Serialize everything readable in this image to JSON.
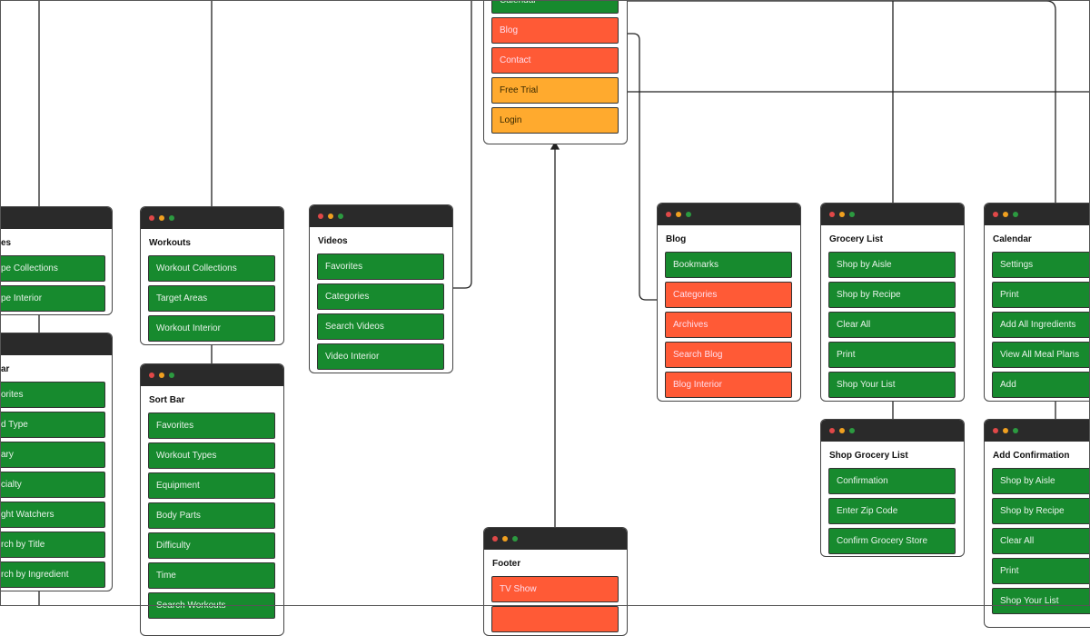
{
  "colors": {
    "primary": "#178a2e",
    "secondary": "#ff5a36",
    "cta": "#ffaa2e",
    "header": "#2a2a2a"
  },
  "cards": {
    "recipes": {
      "title": "es",
      "items": [
        "pe Collections",
        "pe Interior"
      ]
    },
    "recipe_sort": {
      "title": "ar",
      "items": [
        "orites",
        "d Type",
        "ary",
        "cialty",
        "ght Watchers",
        "rch by Title",
        "rch by Ingredient"
      ]
    },
    "workouts": {
      "title": "Workouts",
      "items": [
        "Workout Collections",
        "Target Areas",
        "Workout Interior"
      ]
    },
    "sort_bar": {
      "title": "Sort Bar",
      "items": [
        "Favorites",
        "Workout Types",
        "Equipment",
        "Body Parts",
        "Difficulty",
        "Time",
        "Search Workouts"
      ]
    },
    "videos": {
      "title": "Videos",
      "items": [
        "Favorites",
        "Categories",
        "Search Videos",
        "Video Interior"
      ]
    },
    "main_nav": {
      "items": [
        "Calendar",
        "Blog",
        "Contact",
        "Free Trial",
        "Login"
      ]
    },
    "footer": {
      "title": "Footer",
      "items": [
        "TV Show",
        ""
      ]
    },
    "blog": {
      "title": "Blog",
      "items": [
        "Bookmarks",
        "Categories",
        "Archives",
        "Search Blog",
        "Blog Interior"
      ]
    },
    "grocery": {
      "title": "Grocery List",
      "items": [
        "Shop by Aisle",
        "Shop by Recipe",
        "Clear All",
        "Print",
        "Shop Your List"
      ]
    },
    "calendar": {
      "title": "Calendar",
      "items": [
        "Settings",
        "Print",
        "Add All Ingredients",
        "View All Meal Plans",
        "Add"
      ]
    },
    "shop_grocery": {
      "title": "Shop Grocery List",
      "items": [
        "Confirmation",
        "Enter Zip Code",
        "Confirm Grocery Store"
      ]
    },
    "add_confirmation": {
      "title": "Add Confirmation",
      "items": [
        "Shop by Aisle",
        "Shop by Recipe",
        "Clear All",
        "Print",
        "Shop Your List"
      ]
    }
  }
}
